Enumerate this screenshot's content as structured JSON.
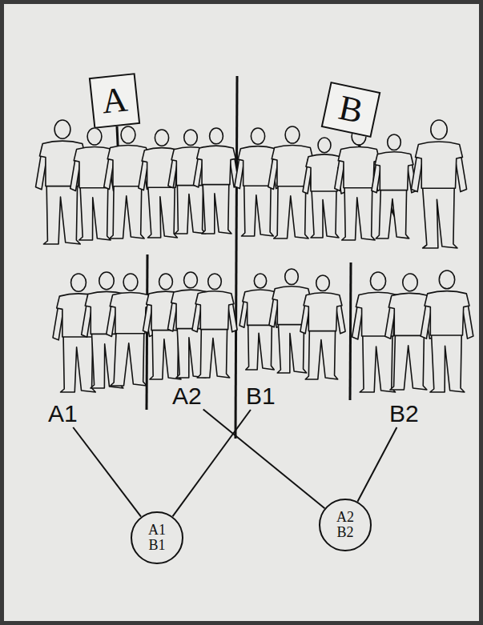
{
  "diagram": {
    "nodes": [
      {
        "text": [
          "A"
        ]
      },
      {
        "text": [
          "B"
        ]
      },
      {
        "text": [
          "A1"
        ]
      },
      {
        "text": [
          "A2"
        ]
      },
      {
        "text": [
          "B1"
        ]
      },
      {
        "text": [
          "B2"
        ]
      },
      {
        "text": [
          "A1 B1"
        ]
      },
      {
        "text": [
          "A2 B2"
        ]
      }
    ],
    "edges": [
      {
        "from": 2,
        "to": 6,
        "arrow": "none"
      },
      {
        "from": 4,
        "to": 6,
        "arrow": "none"
      },
      {
        "from": 3,
        "to": 7,
        "arrow": "none"
      },
      {
        "from": 5,
        "to": 7,
        "arrow": "none"
      }
    ]
  }
}
